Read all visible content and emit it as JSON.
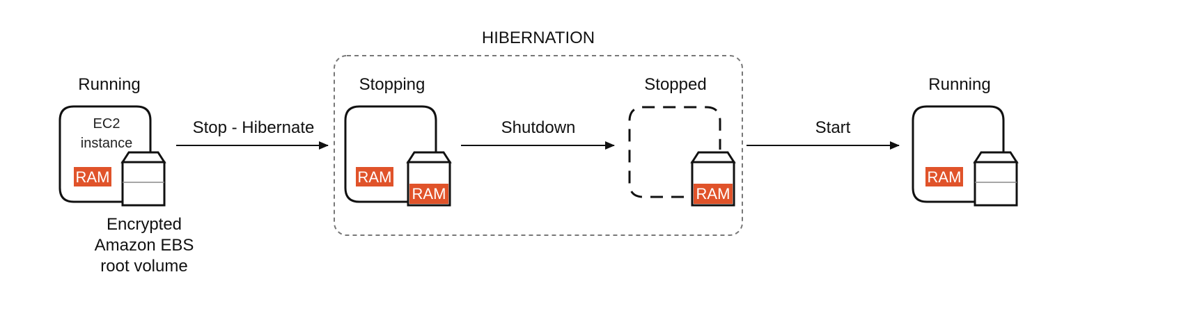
{
  "hibernation": {
    "title": "HIBERNATION"
  },
  "states": {
    "running_1": "Running",
    "stopping": "Stopping",
    "stopped": "Stopped",
    "running_2": "Running"
  },
  "instance": {
    "label_line1": "EC2",
    "label_line2": "instance"
  },
  "ram": {
    "label": "RAM"
  },
  "ebs": {
    "line1": "Encrypted",
    "line2": "Amazon EBS",
    "line3": "root volume"
  },
  "transitions": {
    "stop_hibernate": "Stop - Hibernate",
    "shutdown": "Shutdown",
    "start": "Start"
  },
  "colors": {
    "ram_fill": "#E0532A",
    "stroke": "#111111",
    "dashed_group": "#777777"
  }
}
